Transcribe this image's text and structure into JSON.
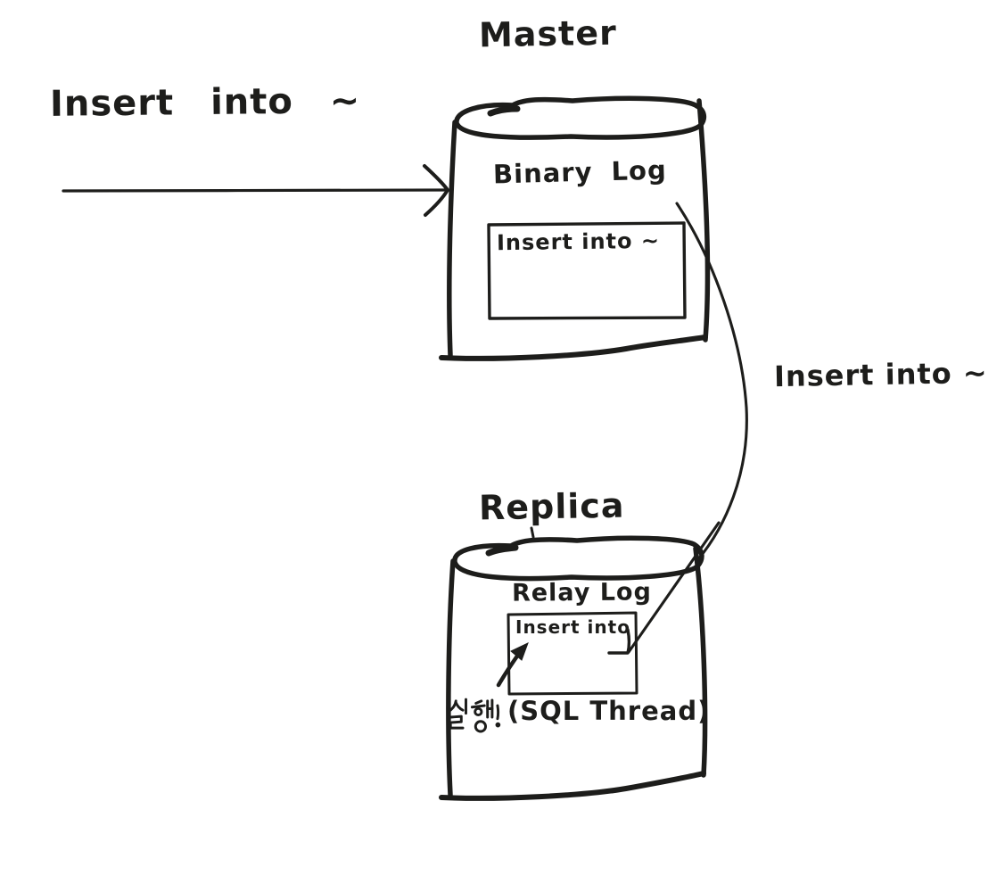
{
  "diagram": {
    "background_color": "#ffffff",
    "ink_color": "#1d1d1b",
    "client_query_label": "Insert into ~",
    "replication_label": "Insert into ~",
    "master": {
      "title": "Master",
      "log_title": "Binary Log",
      "log_entry": "Insert into ~"
    },
    "replica": {
      "title": "Replica",
      "log_title": "Relay Log",
      "log_entry": "Insert into",
      "execute_label": "실행!",
      "thread_label": "(SQL Thread)"
    }
  }
}
